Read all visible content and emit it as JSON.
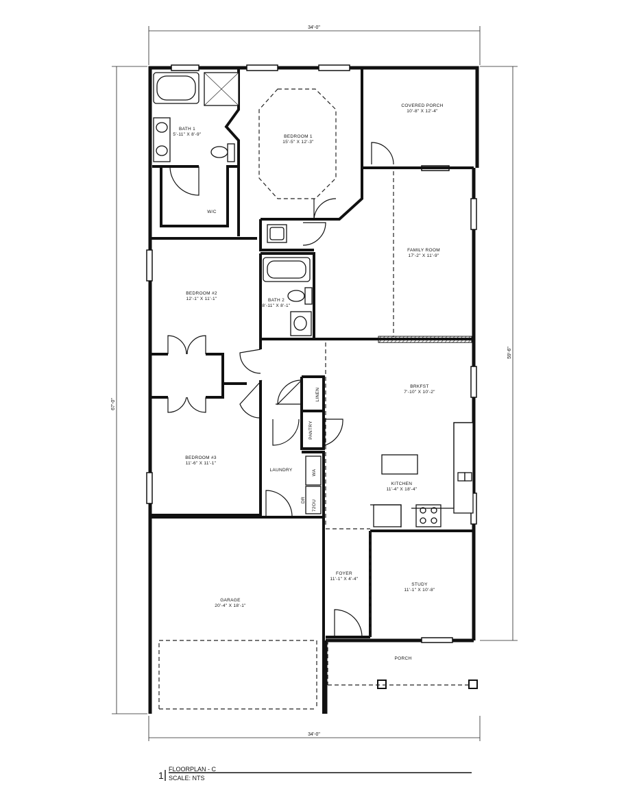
{
  "dimensions": {
    "top_width": "34'-0\"",
    "bottom_width": "34'-0\"",
    "left_depth": "67'-0\"",
    "right_depth": "59'-6\""
  },
  "rooms": [
    {
      "id": "covered-porch",
      "name": "COVERED PORCH",
      "size": "10'-8\" X 12'-4\""
    },
    {
      "id": "bath-1",
      "name": "BATH 1",
      "size": "5'-11\" X 8'-9\""
    },
    {
      "id": "bedroom-1",
      "name": "BEDROOM 1",
      "size": "15'-5\" X 12'-3\""
    },
    {
      "id": "wic",
      "name": "W/C",
      "size": ""
    },
    {
      "id": "family-room",
      "name": "FAMILY ROOM",
      "size": "17'-2\" X 11'-9\""
    },
    {
      "id": "bedroom-2",
      "name": "BEDROOM #2",
      "size": "12'-1\" X 11'-1\""
    },
    {
      "id": "bath-2",
      "name": "BATH 2",
      "size": "8'-11\" X 8'-1\""
    },
    {
      "id": "brkfst",
      "name": "BRKFST",
      "size": "7'-10\" X 10'-2\""
    },
    {
      "id": "bedroom-3",
      "name": "BEDROOM #3",
      "size": "11'-6\" X 11'-1\""
    },
    {
      "id": "laundry",
      "name": "LAUNDRY",
      "size": ""
    },
    {
      "id": "kitchen",
      "name": "KITCHEN",
      "size": "11'-4\" X 18'-4\""
    },
    {
      "id": "foyer",
      "name": "FOYER",
      "size": "11'-1\" X 4'-4\""
    },
    {
      "id": "study",
      "name": "STUDY",
      "size": "11'-1\" X 10'-8\""
    },
    {
      "id": "garage",
      "name": "GARAGE",
      "size": "20'-4\" X 18'-1\""
    },
    {
      "id": "porch",
      "name": "PORCH",
      "size": ""
    }
  ],
  "fixtures": {
    "linen": "LINEN",
    "pantry": "PANTRY",
    "dryer": "DR",
    "washer": "WA",
    "hw": "72OU"
  },
  "title_block": {
    "number": "1",
    "title": "FLOORPLAN - C",
    "scale": "SCALE: NTS"
  }
}
